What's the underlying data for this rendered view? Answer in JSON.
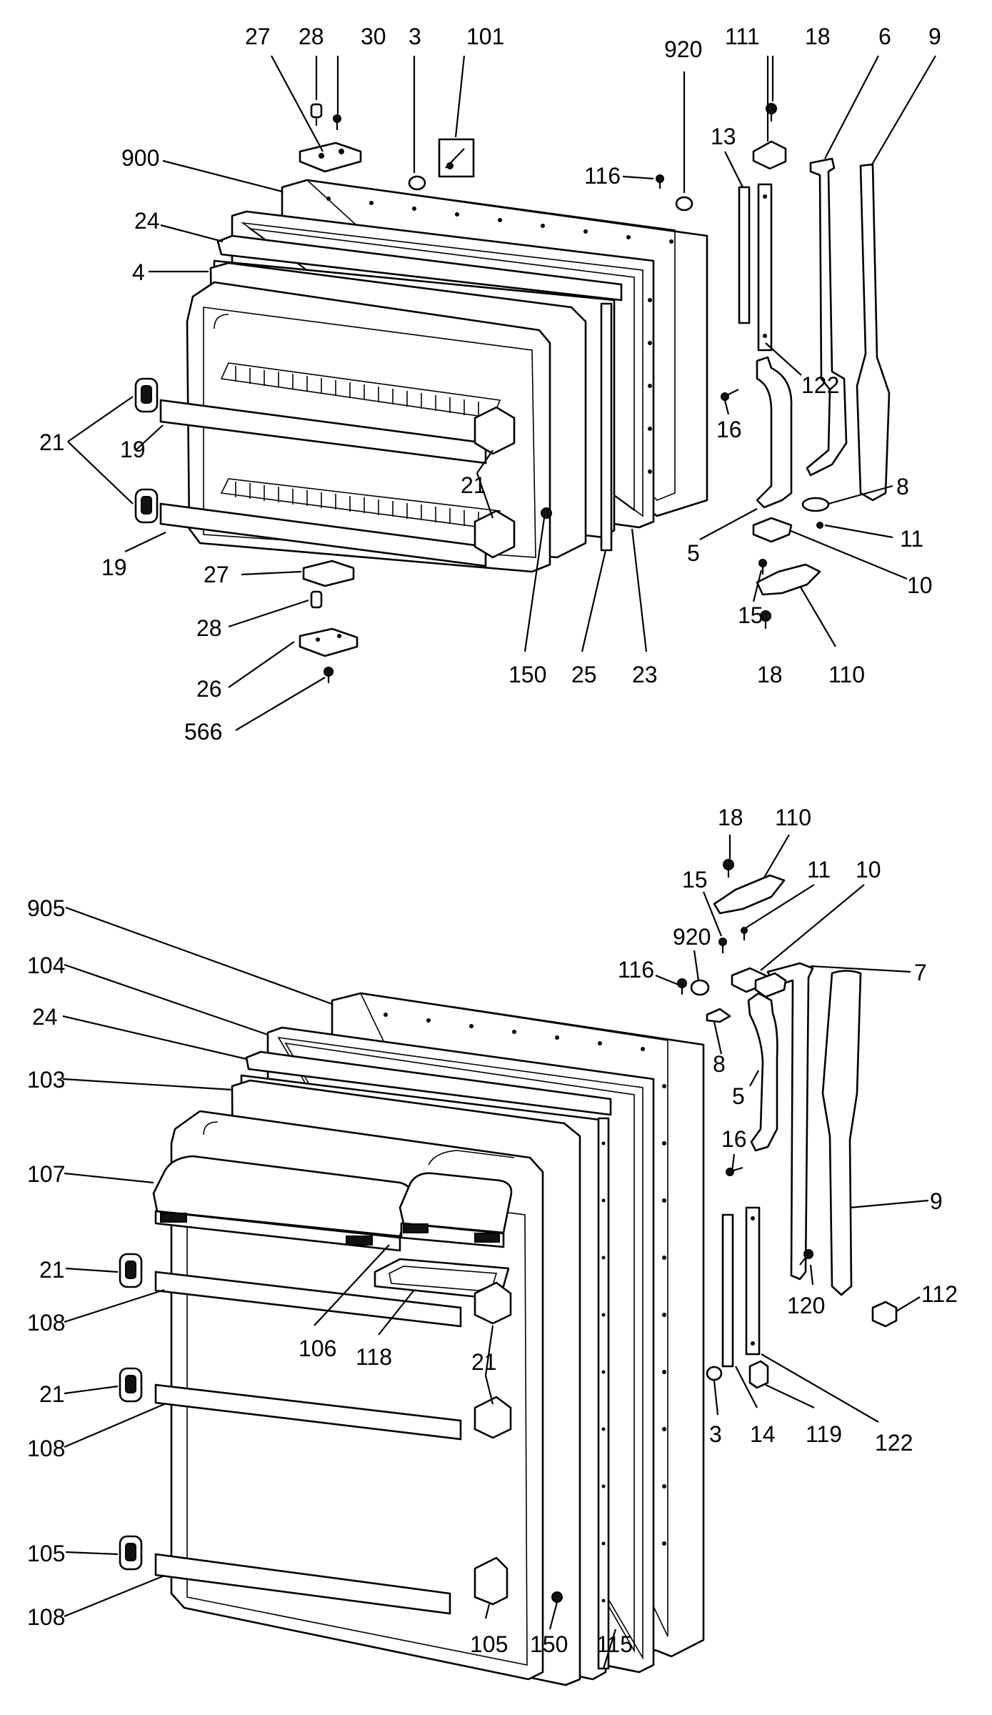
{
  "colors": {
    "ink": "#000000",
    "paper": "#ffffff"
  },
  "freezer_door": {
    "labels": [
      "27",
      "28",
      "30",
      "3",
      "101",
      "920",
      "111",
      "18",
      "6",
      "9",
      "900",
      "116",
      "13",
      "24",
      "4",
      "122",
      "16",
      "21",
      "19",
      "21",
      "8",
      "11",
      "5",
      "10",
      "15",
      "27",
      "19",
      "28",
      "110",
      "18",
      "26",
      "566",
      "150",
      "25",
      "23"
    ]
  },
  "fresh_food_door": {
    "labels": [
      "18",
      "110",
      "15",
      "11",
      "10",
      "920",
      "116",
      "7",
      "905",
      "104",
      "24",
      "8",
      "103",
      "5",
      "16",
      "107",
      "9",
      "21",
      "106",
      "118",
      "120",
      "112",
      "108",
      "21",
      "21",
      "3",
      "14",
      "119",
      "122",
      "108",
      "105",
      "108",
      "105",
      "150",
      "115"
    ]
  }
}
